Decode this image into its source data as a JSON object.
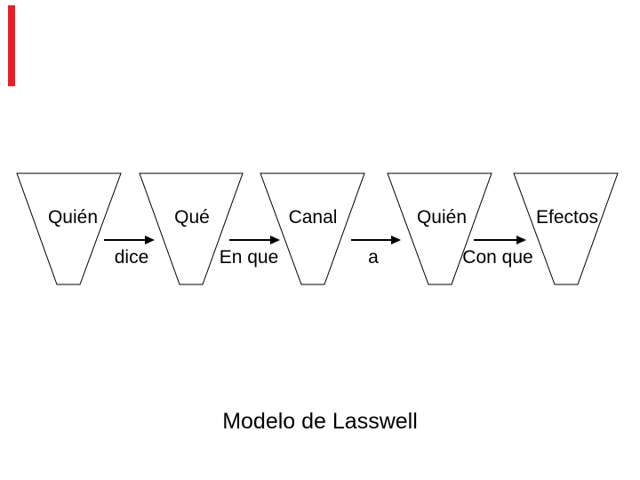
{
  "slide": {
    "title": "Modelo de Lasswell",
    "background_color": "#ffffff",
    "shape_fill_color": "#ffffff",
    "shape_stroke_color": "#000000",
    "text_color": "#000000",
    "ribbon_color": "#ed1c24"
  },
  "funnels": [
    {
      "label": "Quién"
    },
    {
      "label": "Qué"
    },
    {
      "label": "Canal"
    },
    {
      "label": "Quién"
    },
    {
      "label": "Efectos"
    }
  ],
  "arrows": [
    {
      "label": "dice"
    },
    {
      "label": "En que"
    },
    {
      "label": "a"
    },
    {
      "label": "Con que"
    }
  ]
}
